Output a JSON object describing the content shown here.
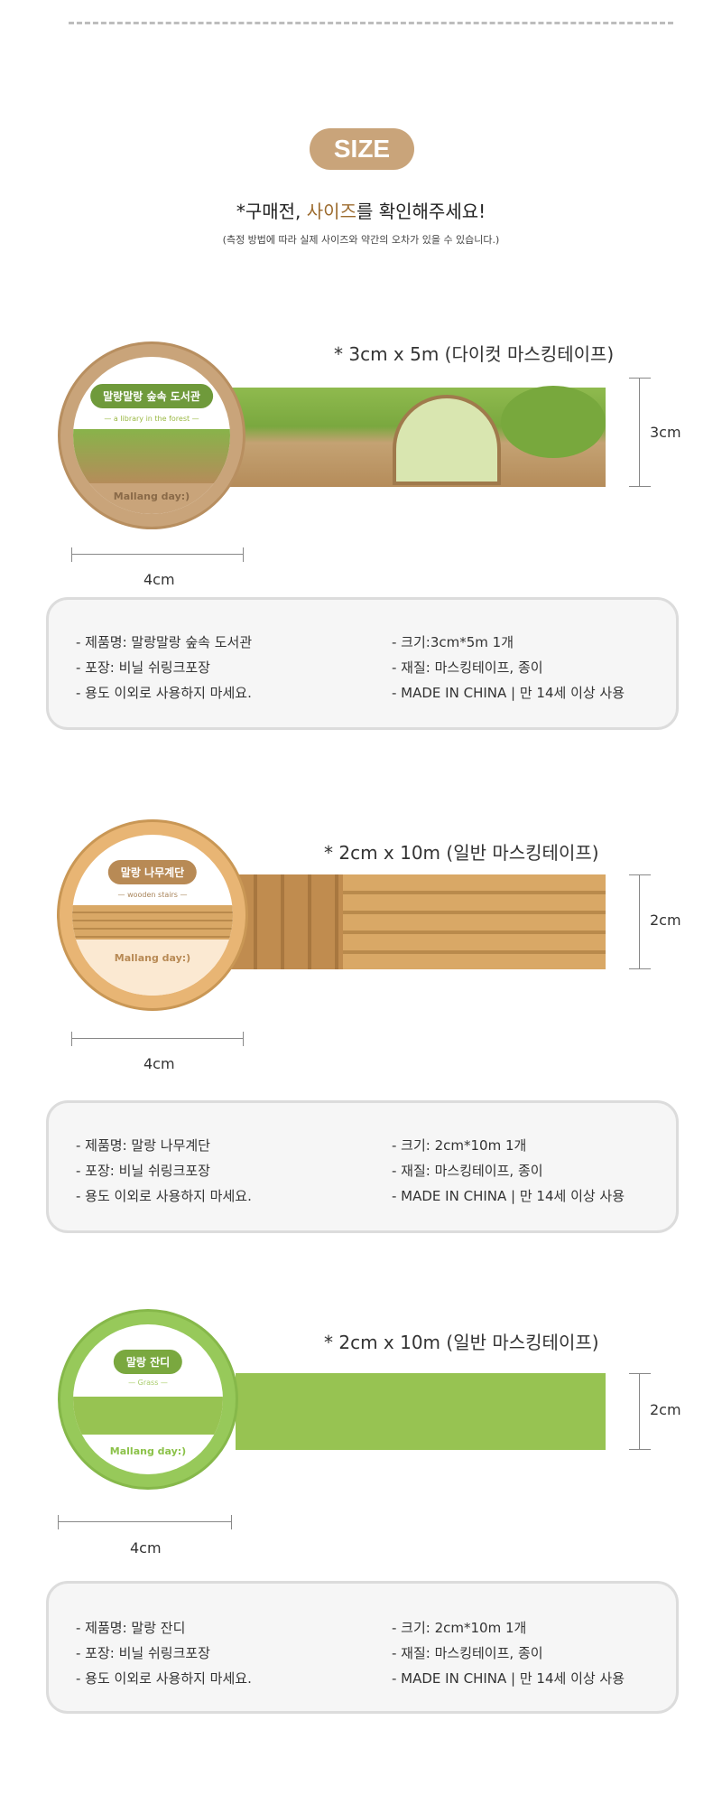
{
  "header": {
    "badge": "SIZE",
    "title_pre": "*구매전, ",
    "title_hl": "사이즈",
    "title_post": "를 확인해주세요!",
    "subtitle": "(측정 방법에 따라 실제 사이즈와 약간의 오차가 있을 수 있습니다.)"
  },
  "colors": {
    "accent": "#c9a47a",
    "highlight": "#9c6b2e"
  },
  "products": [
    {
      "spec": "* 3cm x 5m (다이컷 마스킹테이프)",
      "height_label": "3cm",
      "width_label": "4cm",
      "circle_title": "말랑말랑 숲속 도서관",
      "circle_tag": "— a library in the forest —",
      "brand": "Mallang day:)",
      "info_left": [
        "- 제품명: 말랑말랑 숲속 도서관",
        "- 포장: 비닐 쉬링크포장",
        "- 용도 이외로 사용하지 마세요."
      ],
      "info_right": [
        "- 크기:3cm*5m 1개",
        "- 재질: 마스킹테이프, 종이",
        "- MADE IN CHINA |  만 14세 이상 사용"
      ]
    },
    {
      "spec": "* 2cm x 10m (일반 마스킹테이프)",
      "height_label": "2cm",
      "width_label": "4cm",
      "circle_title": "말랑 나무계단",
      "circle_tag": "— wooden stairs —",
      "brand": "Mallang day:)",
      "info_left": [
        "- 제품명: 말랑 나무계단",
        "- 포장: 비닐 쉬링크포장",
        "- 용도 이외로 사용하지 마세요."
      ],
      "info_right": [
        "- 크기: 2cm*10m 1개",
        "- 재질: 마스킹테이프, 종이",
        "- MADE IN CHINA |  만 14세 이상 사용"
      ]
    },
    {
      "spec": "* 2cm x 10m (일반 마스킹테이프)",
      "height_label": "2cm",
      "width_label": "4cm",
      "circle_title": "말랑 잔디",
      "circle_tag": "— Grass —",
      "brand": "Mallang day:)",
      "info_left": [
        "- 제품명: 말랑 잔디",
        "- 포장: 비닐 쉬링크포장",
        "- 용도 이외로 사용하지 마세요."
      ],
      "info_right": [
        "- 크기: 2cm*10m 1개",
        "- 재질: 마스킹테이프, 종이",
        "- MADE IN CHINA  |  만 14세 이상 사용"
      ]
    }
  ]
}
